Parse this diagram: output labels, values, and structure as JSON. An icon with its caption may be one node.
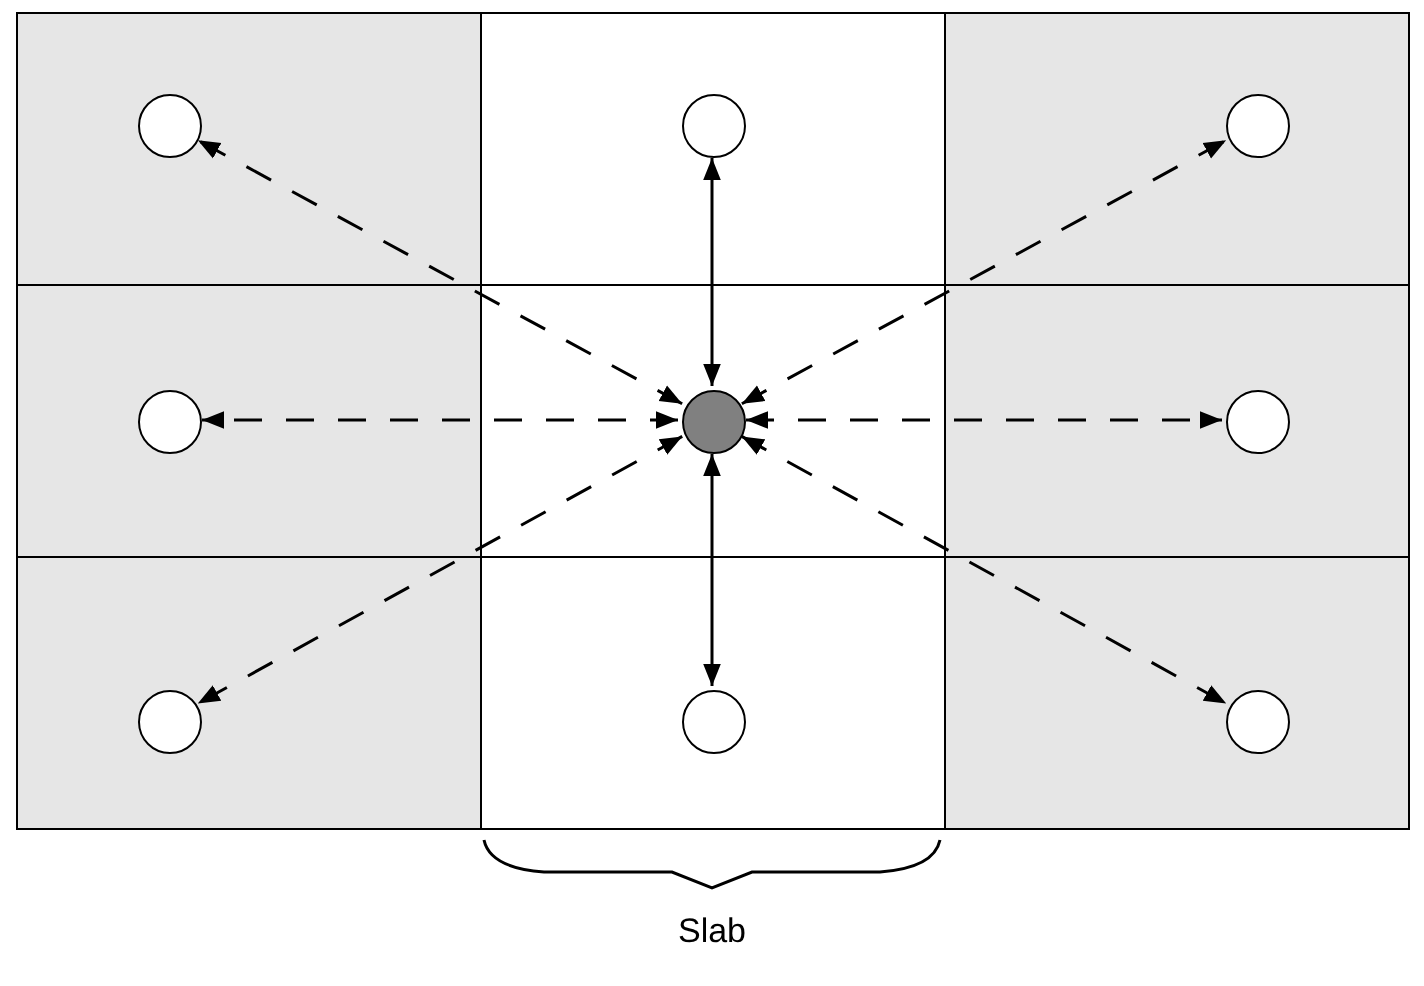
{
  "diagram": {
    "nodes": [
      {
        "text": [],
        "shape": "box"
      },
      {
        "text": [],
        "shape": "circle",
        "in": 0
      },
      {
        "text": [],
        "shape": "box"
      },
      {
        "text": [],
        "shape": "circle",
        "in": 2
      },
      {
        "text": [],
        "shape": "box"
      },
      {
        "text": [],
        "shape": "circle",
        "in": 4
      },
      {
        "text": [],
        "shape": "box"
      },
      {
        "text": [],
        "shape": "circle",
        "in": 6
      },
      {
        "text": [],
        "shape": "box"
      },
      {
        "text": [],
        "shape": "circle",
        "in": 8
      },
      {
        "text": [],
        "shape": "box"
      },
      {
        "text": [],
        "shape": "circle",
        "in": 10
      },
      {
        "text": [],
        "shape": "box"
      },
      {
        "text": [],
        "shape": "circle",
        "in": 12
      },
      {
        "text": [],
        "shape": "box"
      },
      {
        "text": [],
        "shape": "circle",
        "in": 14
      },
      {
        "text": [],
        "shape": "box"
      },
      {
        "text": [],
        "shape": "circle",
        "in": 16
      }
    ],
    "edges": [
      {
        "from": 9,
        "to": 1,
        "arrow": "both",
        "style": "dashed"
      },
      {
        "from": 9,
        "to": 3,
        "arrow": "both"
      },
      {
        "from": 9,
        "to": 5,
        "arrow": "both",
        "style": "dashed"
      },
      {
        "from": 9,
        "to": 7,
        "arrow": "both",
        "style": "dashed"
      },
      {
        "from": 9,
        "to": 11,
        "arrow": "both",
        "style": "dashed"
      },
      {
        "from": 9,
        "to": 13,
        "arrow": "both",
        "style": "dashed"
      },
      {
        "from": 9,
        "to": 15,
        "arrow": "both"
      },
      {
        "from": 9,
        "to": 17,
        "arrow": "both",
        "style": "dashed"
      }
    ],
    "labels": [
      "Slab"
    ]
  }
}
